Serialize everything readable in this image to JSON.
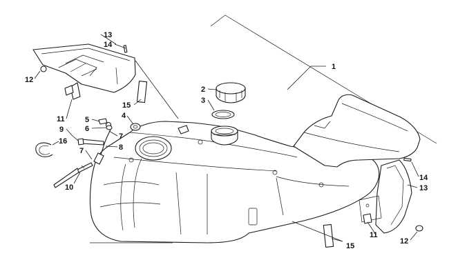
{
  "callouts": [
    {
      "id": "c1",
      "text": "1"
    },
    {
      "id": "c2",
      "text": "2"
    },
    {
      "id": "c3",
      "text": "3"
    },
    {
      "id": "c4",
      "text": "4"
    },
    {
      "id": "c5",
      "text": "5"
    },
    {
      "id": "c6",
      "text": "6"
    },
    {
      "id": "c7a",
      "text": "7"
    },
    {
      "id": "c7b",
      "text": "7"
    },
    {
      "id": "c8",
      "text": "8"
    },
    {
      "id": "c9",
      "text": "9"
    },
    {
      "id": "c10",
      "text": "10"
    },
    {
      "id": "c11a",
      "text": "11"
    },
    {
      "id": "c11b",
      "text": "11"
    },
    {
      "id": "c12a",
      "text": "12"
    },
    {
      "id": "c12b",
      "text": "12"
    },
    {
      "id": "c13a",
      "text": "13"
    },
    {
      "id": "c13b",
      "text": "13"
    },
    {
      "id": "c14a",
      "text": "14"
    },
    {
      "id": "c14b",
      "text": "14"
    },
    {
      "id": "c15a",
      "text": "15"
    },
    {
      "id": "c15b",
      "text": "15"
    },
    {
      "id": "c16",
      "text": "16"
    }
  ]
}
